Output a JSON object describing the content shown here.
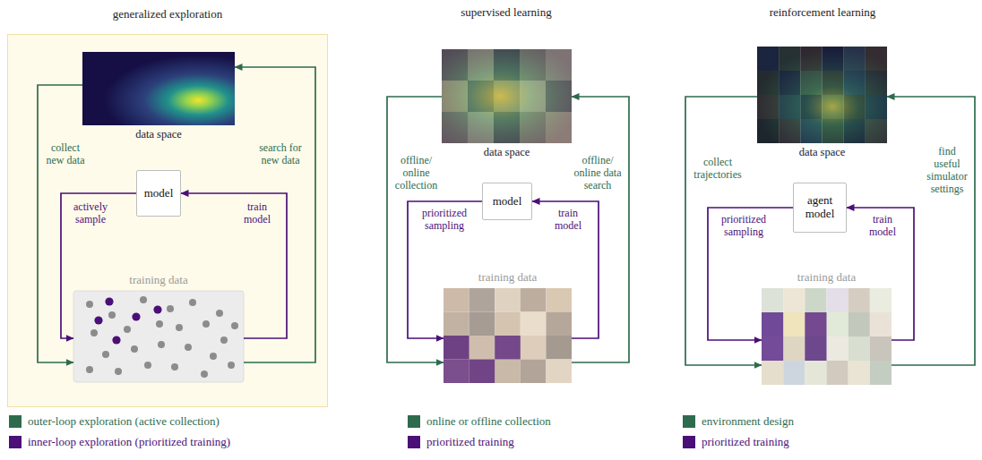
{
  "diagram": {
    "nodes": [
      {
        "text": [
          "generalized exploration"
        ]
      },
      {
        "text": [
          "data space"
        ],
        "in": 0
      },
      {
        "text": [
          "model"
        ],
        "in": 0
      },
      {
        "text": [
          "training data"
        ],
        "in": 0
      },
      {
        "text": [
          "data space"
        ]
      },
      {
        "text": [
          "model"
        ]
      },
      {
        "text": [
          "training data"
        ]
      },
      {
        "text": [
          "data space"
        ]
      },
      {
        "text": [
          "agent model"
        ]
      },
      {
        "text": [
          "training data"
        ]
      }
    ],
    "edges": [
      {
        "from": 1,
        "to": 3,
        "arrow": "to",
        "label": "collect new data"
      },
      {
        "from": 3,
        "to": 1,
        "arrow": "to",
        "label": "search for new data"
      },
      {
        "from": 2,
        "to": 3,
        "arrow": "to",
        "label": "actively sample"
      },
      {
        "from": 3,
        "to": 2,
        "arrow": "to",
        "label": "train model"
      },
      {
        "from": 4,
        "to": 6,
        "arrow": "to",
        "label": "offline/ online collection"
      },
      {
        "from": 6,
        "to": 4,
        "arrow": "to",
        "label": "offline/ online data search"
      },
      {
        "from": 5,
        "to": 6,
        "arrow": "to",
        "label": "prioritized sampling"
      },
      {
        "from": 6,
        "to": 5,
        "arrow": "to",
        "label": "train model"
      },
      {
        "from": 7,
        "to": 9,
        "arrow": "to",
        "label": "collect trajectories"
      },
      {
        "from": 9,
        "to": 7,
        "arrow": "to",
        "label": "find useful simulator settings"
      },
      {
        "from": 8,
        "to": 9,
        "arrow": "to",
        "label": "prioritized sampling"
      },
      {
        "from": 9,
        "to": 8,
        "arrow": "to",
        "label": "train model"
      }
    ],
    "labels": [
      "supervised learning",
      "reinforcement learning"
    ],
    "legend": [
      {
        "text": "outer-loop exploration (active collection)",
        "color": "#2e6b4e"
      },
      {
        "text": "inner-loop exploration (prioritized training)",
        "color": "#4b0f78"
      },
      {
        "text": "online or offline collection",
        "color": "#2e6b4e"
      },
      {
        "text": "prioritized training",
        "color": "#4b0f78"
      },
      {
        "text": "environment design",
        "color": "#2e6b4e"
      },
      {
        "text": "prioritized training",
        "color": "#4b0f78"
      }
    ]
  }
}
